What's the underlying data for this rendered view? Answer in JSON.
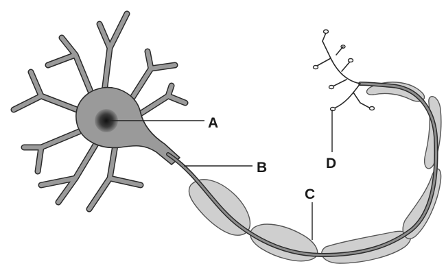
{
  "labels": {
    "A": "A",
    "B": "B",
    "C": "C",
    "D": "D"
  },
  "colors": {
    "cell_body": "#9a9a9a",
    "nucleus": "#222222",
    "myelin": "#cfcfcf",
    "outline": "#2a2a2a"
  }
}
